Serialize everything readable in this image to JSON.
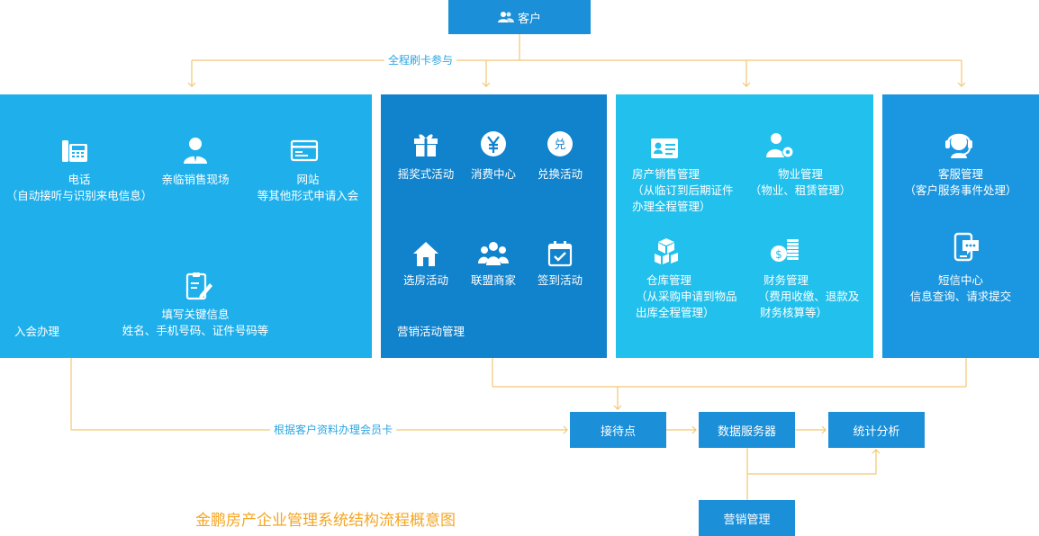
{
  "colors": {
    "node": "#1b8fd8",
    "panel_a": "#1fb0ec",
    "panel_b": "#1182cc",
    "panel_c": "#22c0ec",
    "panel_d": "#1b96e0",
    "line": "#f3c675",
    "orange_text": "#f5a623",
    "blue_text": "#2aa6e3"
  },
  "top_node": {
    "label": "客户",
    "icon": "users-icon"
  },
  "top_connector_label": "全程刷卡参与",
  "panel_join": {
    "footer": "入会办理",
    "items": [
      {
        "icon": "phone-icon",
        "lines": [
          "电话",
          "（自动接听与识别来电信息）"
        ]
      },
      {
        "icon": "sales-person-icon",
        "lines": [
          "亲临销售现场"
        ]
      },
      {
        "icon": "website-icon",
        "lines": [
          "网站",
          "等其他形式申请入会"
        ]
      }
    ],
    "form": {
      "icon": "form-edit-icon",
      "lines": [
        "填写关键信息",
        "姓名、手机号码、证件号码等"
      ]
    }
  },
  "panel_marketing": {
    "footer": "营销活动管理",
    "items": [
      {
        "icon": "gift-icon",
        "label": "摇奖式活动"
      },
      {
        "icon": "yen-icon",
        "label": "消费中心"
      },
      {
        "icon": "exchange-icon",
        "label": "兑换活动"
      },
      {
        "icon": "house-icon",
        "label": "选房活动"
      },
      {
        "icon": "merchants-icon",
        "label": "联盟商家"
      },
      {
        "icon": "calendar-check-icon",
        "label": "签到活动"
      }
    ]
  },
  "panel_management": {
    "items": [
      {
        "icon": "id-card-icon",
        "lines": [
          "房产销售管理",
          "（从临订到后期证件",
          "办理全程管理）"
        ]
      },
      {
        "icon": "user-gear-icon",
        "lines": [
          "物业管理",
          "（物业、租赁管理）"
        ]
      },
      {
        "icon": "boxes-icon",
        "lines": [
          "仓库管理",
          "（从采购申请到物品",
          "出库全程管理）"
        ]
      },
      {
        "icon": "coins-icon",
        "lines": [
          "财务管理",
          "（费用收缴、退款及",
          "财务核算等）"
        ]
      }
    ]
  },
  "panel_service": {
    "items": [
      {
        "icon": "headset-icon",
        "lines": [
          "客服管理",
          "（客户服务事件处理）"
        ]
      },
      {
        "icon": "sms-phone-icon",
        "lines": [
          "短信中心",
          "信息查询、请求提交"
        ]
      }
    ]
  },
  "bottom_connector_label": "根据客户资料办理会员卡",
  "bottom_nodes": {
    "reception": "接待点",
    "data_server": "数据服务器",
    "statistics": "统计分析",
    "marketing_mgmt": "营销管理"
  },
  "diagram_title": "金鹏房产企业管理系统结构流程概意图"
}
